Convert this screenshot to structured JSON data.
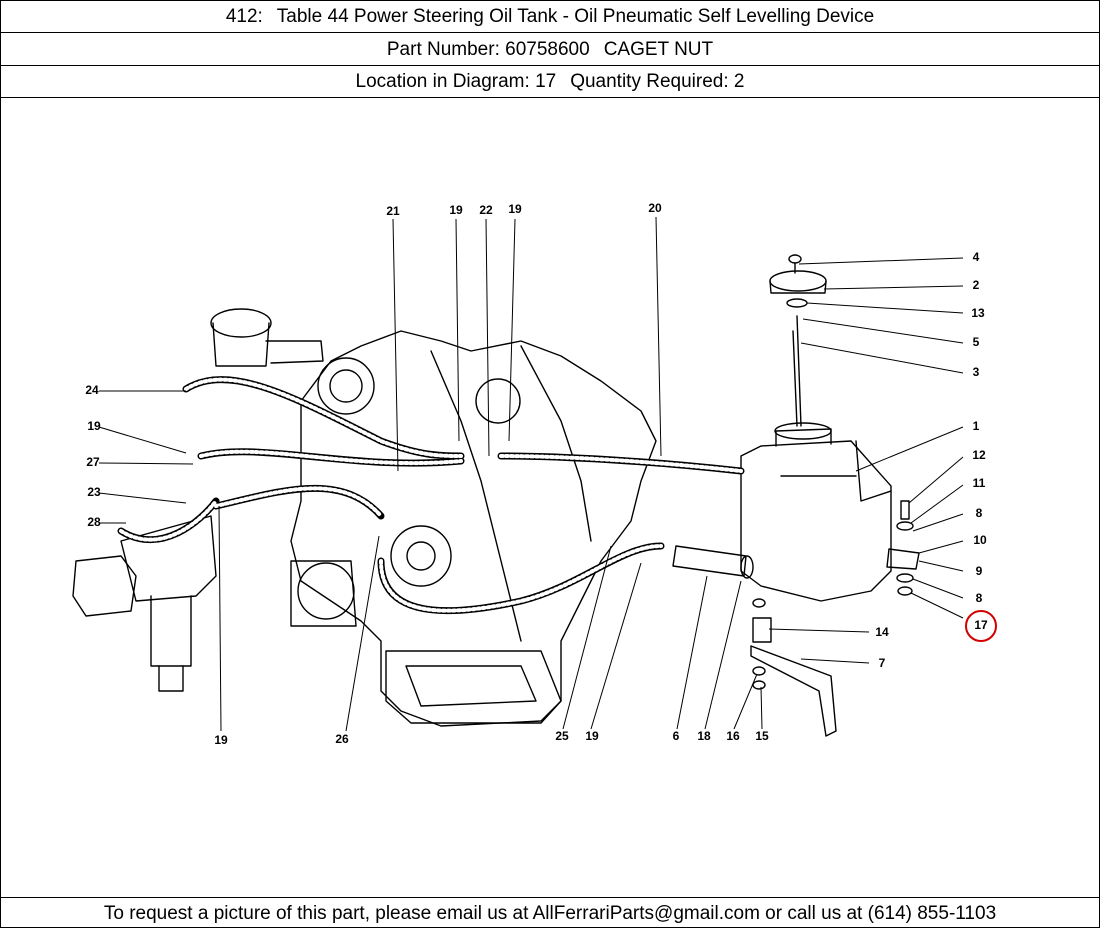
{
  "header": {
    "number": "412:",
    "title": "Table 44 Power Steering Oil Tank - Oil Pneumatic Self Levelling Device",
    "part_number_label": "Part Number:",
    "part_number": "60758600",
    "part_name": "CAGET NUT",
    "location_label": "Location in Diagram:",
    "location": "17",
    "quantity_label": "Quantity Required:",
    "quantity": "2"
  },
  "diagram": {
    "labels": [
      "21",
      "19",
      "22",
      "19",
      "20",
      "4",
      "2",
      "13",
      "5",
      "3",
      "1",
      "12",
      "11",
      "8",
      "10",
      "9",
      "8",
      "17",
      "24",
      "19",
      "27",
      "23",
      "28",
      "14",
      "7",
      "19",
      "26",
      "25",
      "19",
      "6",
      "18",
      "16",
      "15"
    ],
    "highlight_label": "17",
    "highlight_color": "#d40000"
  },
  "footer": {
    "text": "To request a picture of this part, please email us at AllFerrariParts@gmail.com or call us at (614) 855-1103"
  }
}
